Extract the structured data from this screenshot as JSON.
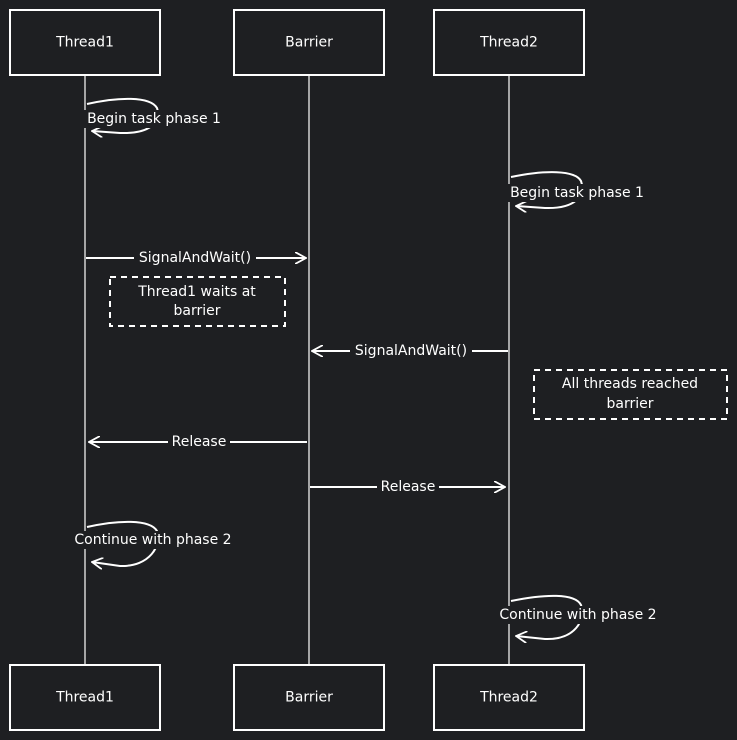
{
  "colors": {
    "background": "#1e1f22",
    "stroke": "#ffffff",
    "text": "#ffffff"
  },
  "participants": {
    "thread1": "Thread1",
    "barrier": "Barrier",
    "thread2": "Thread2"
  },
  "messages": {
    "t1_begin": "Begin task phase 1",
    "t2_begin": "Begin task phase 1",
    "t1_signal": "SignalAndWait()",
    "t2_signal": "SignalAndWait()",
    "release_t1": "Release",
    "release_t2": "Release",
    "t1_continue": "Continue with phase 2",
    "t2_continue": "Continue with phase 2"
  },
  "notes": {
    "t1_waits": [
      "Thread1 waits at",
      "barrier"
    ],
    "all_reached": [
      "All threads reached",
      "barrier"
    ]
  }
}
